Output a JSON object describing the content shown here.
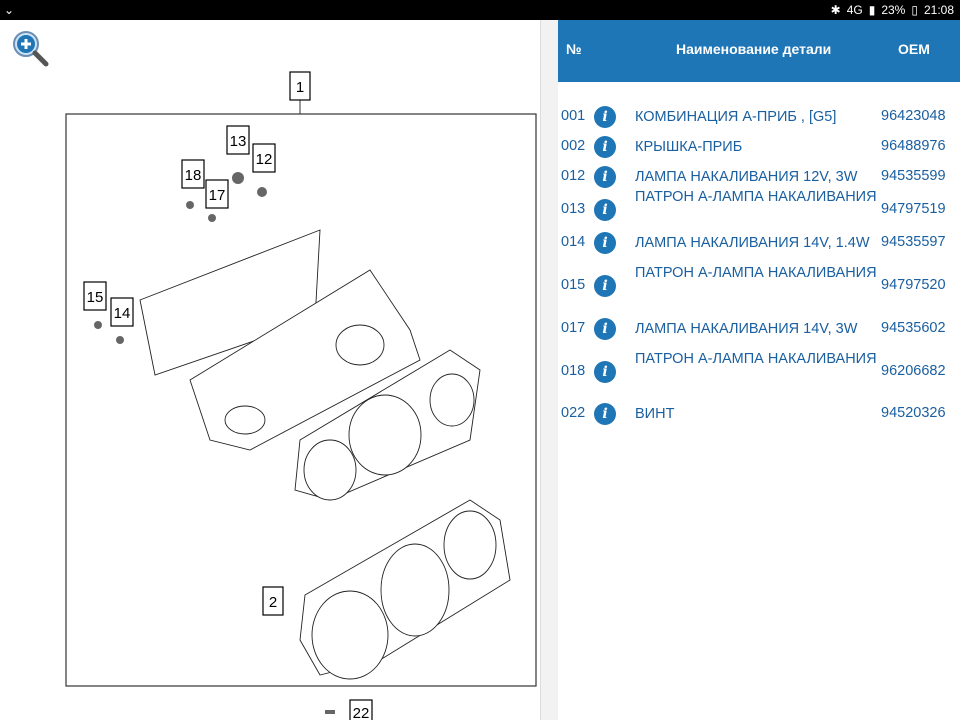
{
  "statusbar": {
    "right_text": "23%",
    "time": "21:08",
    "network": "4G"
  },
  "diagram": {
    "callouts": [
      "1",
      "2",
      "12",
      "13",
      "14",
      "15",
      "17",
      "18",
      "22"
    ]
  },
  "table": {
    "headers": {
      "no": "№",
      "name": "Наименование детали",
      "oem": "OEM"
    },
    "info_glyph": "i",
    "rows": [
      {
        "no": "001",
        "name": "КОМБИНАЦИЯ А-ПРИБ , [G5]",
        "oem": "96423048"
      },
      {
        "no": "002",
        "name": "КРЫШКА-ПРИБ",
        "oem": "96488976"
      },
      {
        "no": "012",
        "name": "ЛАМПА НАКАЛИВАНИЯ 12V, 3W",
        "oem": "94535599"
      },
      {
        "no": "013",
        "name": "ПАТРОН А-ЛАМПА НАКАЛИВАНИЯ",
        "oem": "94797519"
      },
      {
        "no": "014",
        "name": "ЛАМПА НАКАЛИВАНИЯ 14V, 1.4W",
        "oem": "94535597"
      },
      {
        "no": "015",
        "name": "ПАТРОН А-ЛАМПА НАКАЛИВАНИЯ",
        "oem": "94797520"
      },
      {
        "no": "017",
        "name": "ЛАМПА НАКАЛИВАНИЯ 14V, 3W",
        "oem": "94535602"
      },
      {
        "no": "018",
        "name": "ПАТРОН А-ЛАМПА НАКАЛИВАНИЯ",
        "oem": "96206682"
      },
      {
        "no": "022",
        "name": "ВИНТ",
        "oem": "94520326"
      }
    ]
  }
}
